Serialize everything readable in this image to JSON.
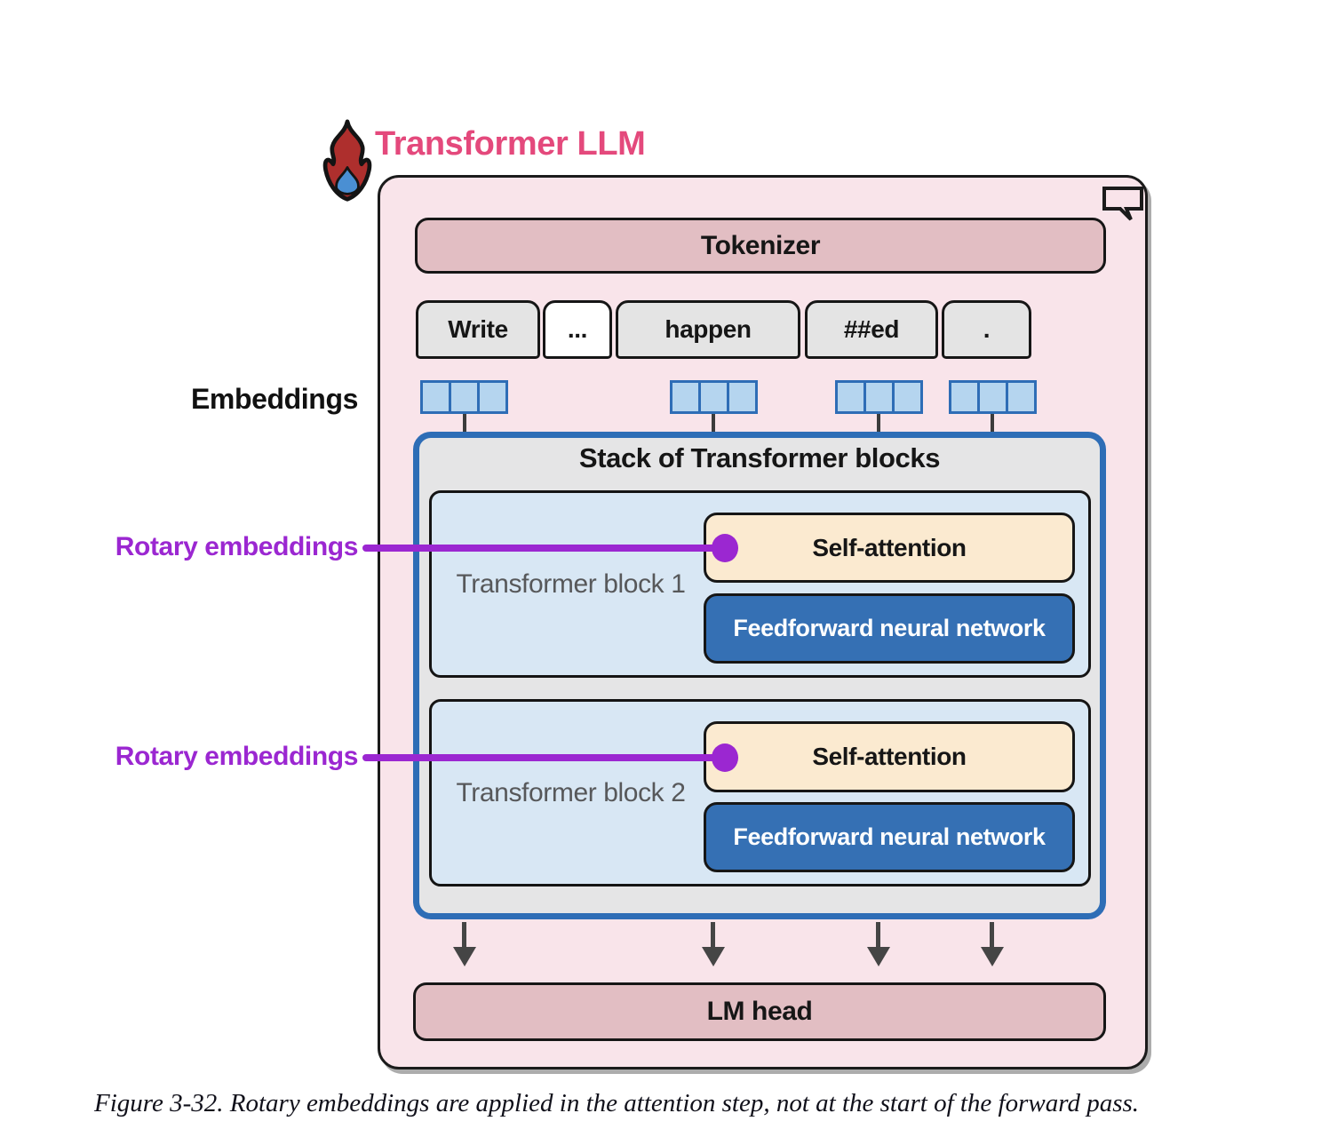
{
  "title": "Transformer LLM",
  "caption": "Figure 3-32. Rotary embeddings are applied in the attention step, not at the start of the forward pass.",
  "side_labels": {
    "embeddings": "Embeddings",
    "rotary_block_1": "Rotary embeddings",
    "rotary_block_2": "Rotary embeddings"
  },
  "pipeline": {
    "tokenizer_label": "Tokenizer",
    "tokens": [
      {
        "text": "Write"
      },
      {
        "text": "..."
      },
      {
        "text": "happen"
      },
      {
        "text": "##ed"
      },
      {
        "text": "."
      }
    ],
    "stack_title": "Stack of Transformer blocks",
    "blocks": [
      {
        "label": "Transformer block 1",
        "self_attention_label": "Self-attention",
        "feedforward_label": "Feedforward neural network"
      },
      {
        "label": "Transformer block 2",
        "self_attention_label": "Self-attention",
        "feedforward_label": "Feedforward neural network"
      }
    ],
    "lm_head_label": "LM head"
  },
  "colors": {
    "title_pink": "#e4497c",
    "panel_bg": "#f9e4ea",
    "rose_bar": "#e2bec3",
    "token_gray": "#e4e4e4",
    "stack_bg": "#e5e5e6",
    "stack_border": "#2e6db6",
    "block_bg": "#d8e7f4",
    "self_attention_bg": "#fbead0",
    "feedforward_bg": "#3570b4",
    "embedding_cell": "#b5d5ef",
    "rotary_purple": "#9b27d1",
    "arrow_gray": "#454545"
  }
}
